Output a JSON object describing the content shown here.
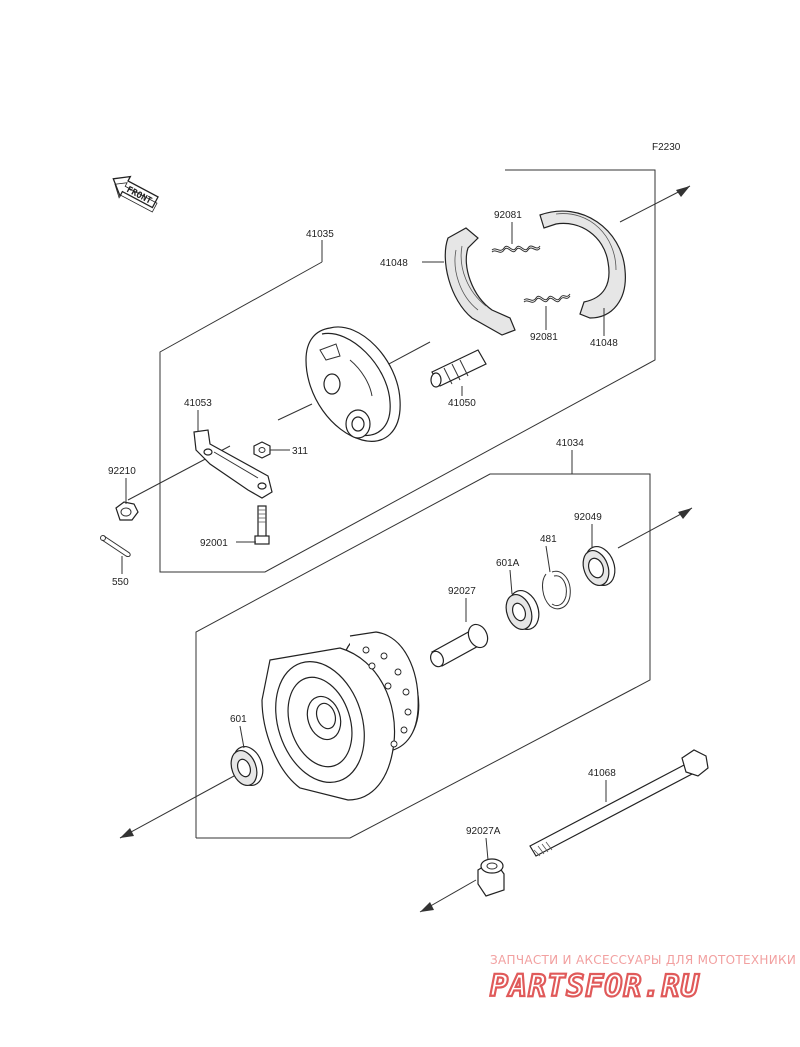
{
  "diagram_code": "F2230",
  "front_label": "FRONT",
  "watermark": {
    "tagline": "ЗАПЧАСТИ И АКСЕССУАРЫ ДЛЯ МОТОТЕХНИКИ",
    "brand": "PARTSFOR.RU",
    "color": "#e05a5a"
  },
  "parts": [
    {
      "id": "p41035",
      "number": "41035"
    },
    {
      "id": "p92081a",
      "number": "92081"
    },
    {
      "id": "p41048a",
      "number": "41048"
    },
    {
      "id": "p92081b",
      "number": "92081"
    },
    {
      "id": "p41048b",
      "number": "41048"
    },
    {
      "id": "p41050",
      "number": "41050"
    },
    {
      "id": "p41053",
      "number": "41053"
    },
    {
      "id": "p311",
      "number": "311"
    },
    {
      "id": "p92210",
      "number": "92210"
    },
    {
      "id": "p92001",
      "number": "92001"
    },
    {
      "id": "p550",
      "number": "550"
    },
    {
      "id": "p41034",
      "number": "41034"
    },
    {
      "id": "p92049",
      "number": "92049"
    },
    {
      "id": "p481",
      "number": "481"
    },
    {
      "id": "p601A",
      "number": "601A"
    },
    {
      "id": "p92027",
      "number": "92027"
    },
    {
      "id": "p601",
      "number": "601"
    },
    {
      "id": "p41068",
      "number": "41068"
    },
    {
      "id": "p92027A",
      "number": "92027A"
    }
  ]
}
